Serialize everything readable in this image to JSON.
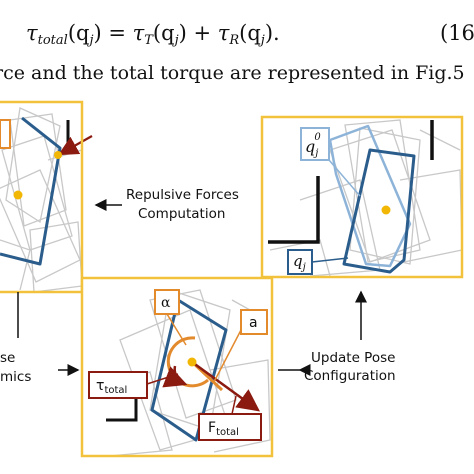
{
  "equation": {
    "lhs_symbol": "τ",
    "lhs_subscript": "total",
    "lhs_arg": "(q",
    "lhs_arg_sub": "j",
    "equals": ") = ",
    "t1_symbol": "τ",
    "t1_subscript": "T",
    "t1_arg": "(q",
    "t1_arg_sub": "j",
    "plus": ") + ",
    "t2_symbol": "τ",
    "t2_subscript": "R",
    "t2_arg": "(q",
    "t2_arg_sub": "j",
    "end": ").",
    "number": "(16"
  },
  "body_text": "rce and the total torque are represented in Fig.5",
  "figure": {
    "repulsive_label_line1": "Repulsive Forces",
    "repulsive_label_line2": "Computation",
    "update_label_line1": "Update Pose",
    "update_label_line2": "Configuration",
    "left_cut_line1": "se",
    "left_cut_line2": "mics",
    "q0_symbol": "q",
    "q0_sub": "j",
    "q0_sup": "0",
    "qj_symbol": "q",
    "qj_sub": "j",
    "alpha": "α",
    "a_label": "a",
    "tau_symbol": "τ",
    "tau_sub": "total",
    "force_symbol": "F",
    "force_sub": "total"
  },
  "colors": {
    "panel_border": "#f2c23c",
    "robot_dark": "#2b5d8c",
    "robot_light": "#8db4d8",
    "obstacle_gray": "#c8c8c8",
    "force_arrow": "#8b1a10",
    "point_yellow": "#f2b705",
    "alpha_box": "#e38a2c",
    "tau_box": "#8b1a10"
  }
}
